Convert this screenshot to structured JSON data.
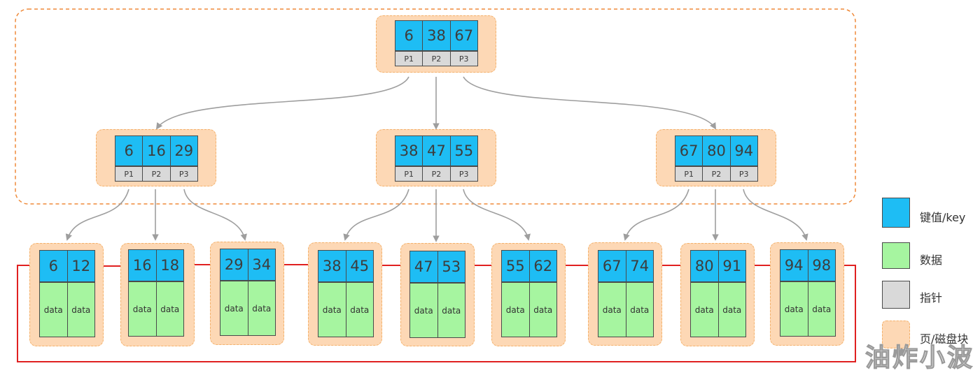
{
  "root": {
    "keys": [
      "6",
      "38",
      "67"
    ],
    "pointers": [
      "P1",
      "P2",
      "P3"
    ]
  },
  "internal": [
    {
      "keys": [
        "6",
        "16",
        "29"
      ],
      "pointers": [
        "P1",
        "P2",
        "P3"
      ]
    },
    {
      "keys": [
        "38",
        "47",
        "55"
      ],
      "pointers": [
        "P1",
        "P2",
        "P3"
      ]
    },
    {
      "keys": [
        "67",
        "80",
        "94"
      ],
      "pointers": [
        "P1",
        "P2",
        "P3"
      ]
    }
  ],
  "leaves": [
    {
      "keys": [
        "6",
        "12"
      ],
      "data": [
        "data",
        "data"
      ]
    },
    {
      "keys": [
        "16",
        "18"
      ],
      "data": [
        "data",
        "data"
      ]
    },
    {
      "keys": [
        "29",
        "34"
      ],
      "data": [
        "data",
        "data"
      ]
    },
    {
      "keys": [
        "38",
        "45"
      ],
      "data": [
        "data",
        "data"
      ]
    },
    {
      "keys": [
        "47",
        "53"
      ],
      "data": [
        "data",
        "data"
      ]
    },
    {
      "keys": [
        "55",
        "62"
      ],
      "data": [
        "data",
        "data"
      ]
    },
    {
      "keys": [
        "67",
        "74"
      ],
      "data": [
        "data",
        "data"
      ]
    },
    {
      "keys": [
        "80",
        "91"
      ],
      "data": [
        "data",
        "data"
      ]
    },
    {
      "keys": [
        "94",
        "98"
      ],
      "data": [
        "data",
        "data"
      ]
    }
  ],
  "legend": [
    {
      "label": "键值/key",
      "color": "#1ebdf4"
    },
    {
      "label": "数据",
      "color": "#a6f5a0"
    },
    {
      "label": "指针",
      "color": "#d9d9d9"
    },
    {
      "label": "页/磁盘块",
      "color": "#fdd8b5"
    }
  ],
  "watermark": "油炸小波",
  "colors": {
    "key": "#1ebdf4",
    "data": "#a6f5a0",
    "pointer": "#d9d9d9",
    "page": "#fdd8b5",
    "page_border": "#f4b16b",
    "link": "#e02020",
    "arrow": "#9e9e9e"
  }
}
